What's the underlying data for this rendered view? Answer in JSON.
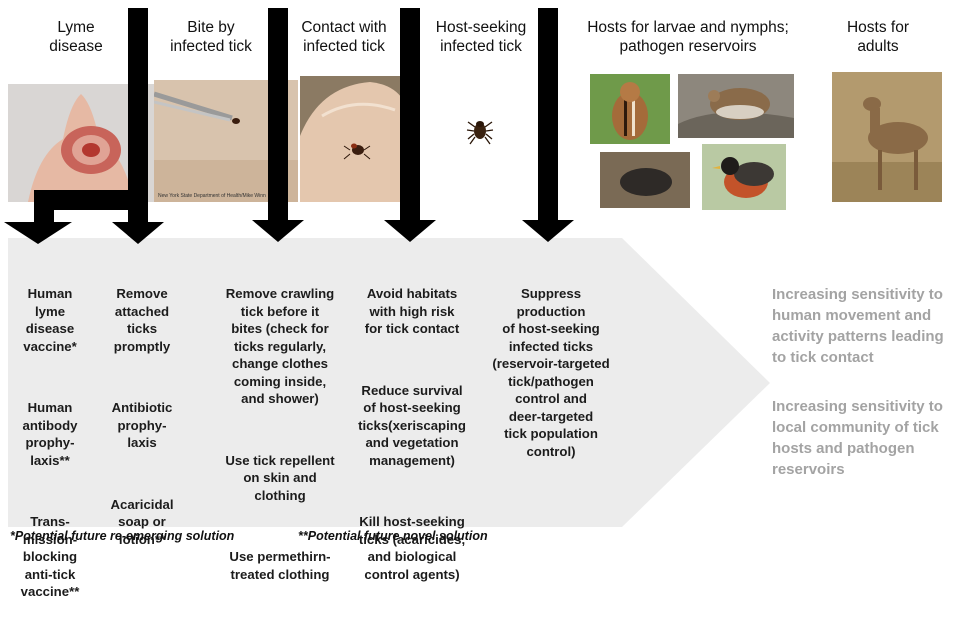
{
  "headers": {
    "lyme": "Lyme\ndisease",
    "bite": "Bite by\ninfected tick",
    "contact": "Contact with\ninfected tick",
    "host_seeking": "Host-seeking\ninfected tick",
    "hosts_larvae": "Hosts for larvae and nymphs;\npathogen reservoirs",
    "hosts_adults": "Hosts for\nadults"
  },
  "photo_caption": "New York State Department of Health/Mike Winn",
  "columns": {
    "col1": [
      "Human\nlyme\ndisease\nvaccine*",
      "Human\nantibody\nprophy-\nlaxis**",
      "Trans-\nmission-\nblocking\nanti-tick\nvaccine**"
    ],
    "col2": [
      "Remove\nattached\nticks\npromptly",
      "Antibiotic\nprophy-\nlaxis",
      "Acaricidal\nsoap or\nlotion**"
    ],
    "col3": [
      "Remove crawling\ntick before it\nbites (check for\nticks regularly,\nchange clothes\ncoming inside,\nand shower)",
      "Use tick repellent\non skin and\nclothing",
      "Use permethirn-\ntreated clothing"
    ],
    "col4": [
      "Avoid habitats\nwith high risk\nfor tick contact",
      "Reduce survival\nof host-seeking\nticks(xeriscaping\nand vegetation\nmanagement)",
      "Kill host-seeking\nticks (acaricides,\nand biological\ncontrol agents)"
    ],
    "col5": [
      "Suppress\nproduction\nof host-seeking\ninfected ticks\n(reservoir-targeted\ntick/pathogen\ncontrol and\ndeer-targeted\ntick population\ncontrol)"
    ]
  },
  "side_notes": {
    "movement": "Increasing sensitivity to\nhuman movement and\nactivity patterns leading\nto tick contact",
    "community": "Increasing sensitivity to\nlocal community of tick\nhosts and pathogen\nreservoirs"
  },
  "footnotes": {
    "reemerging": "*Potential future re-emerging solution",
    "novel": "**Potential future novel solution"
  },
  "colors": {
    "big_arrow": "#ececec",
    "black_arrows": "#000000",
    "side_text": "#a3a3a3"
  }
}
